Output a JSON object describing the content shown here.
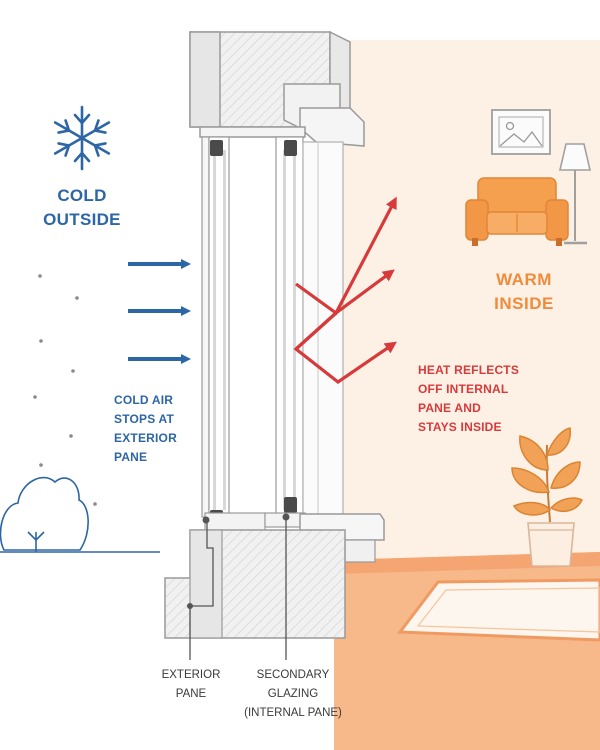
{
  "labels": {
    "cold_line1": "COLD",
    "cold_line2": "OUTSIDE",
    "warm_line1": "WARM",
    "warm_line2": "INSIDE",
    "cold_air": [
      "COLD AIR",
      "STOPS AT",
      "EXTERIOR",
      "PANE"
    ],
    "heat": [
      "HEAT REFLECTS",
      "OFF INTERNAL",
      "PANE AND",
      "STAYS INSIDE"
    ],
    "exterior_pane": [
      "EXTERIOR",
      "PANE"
    ],
    "secondary_glazing": [
      "SECONDARY",
      "GLAZING",
      "(INTERNAL PANE)"
    ]
  },
  "icons": {
    "snowflake": "snowflake-icon",
    "armchair": "armchair-icon",
    "lamp": "floor-lamp-icon",
    "picture": "picture-frame-icon",
    "plant": "potted-plant-icon",
    "bush": "bush-icon",
    "rug": "rug-icon"
  },
  "colors": {
    "cold": "#2d66a6",
    "warm": "#ef8b3b",
    "heat": "#d63a3a",
    "room_wall": "#fdf1e6",
    "floor": "#f7b98a"
  }
}
